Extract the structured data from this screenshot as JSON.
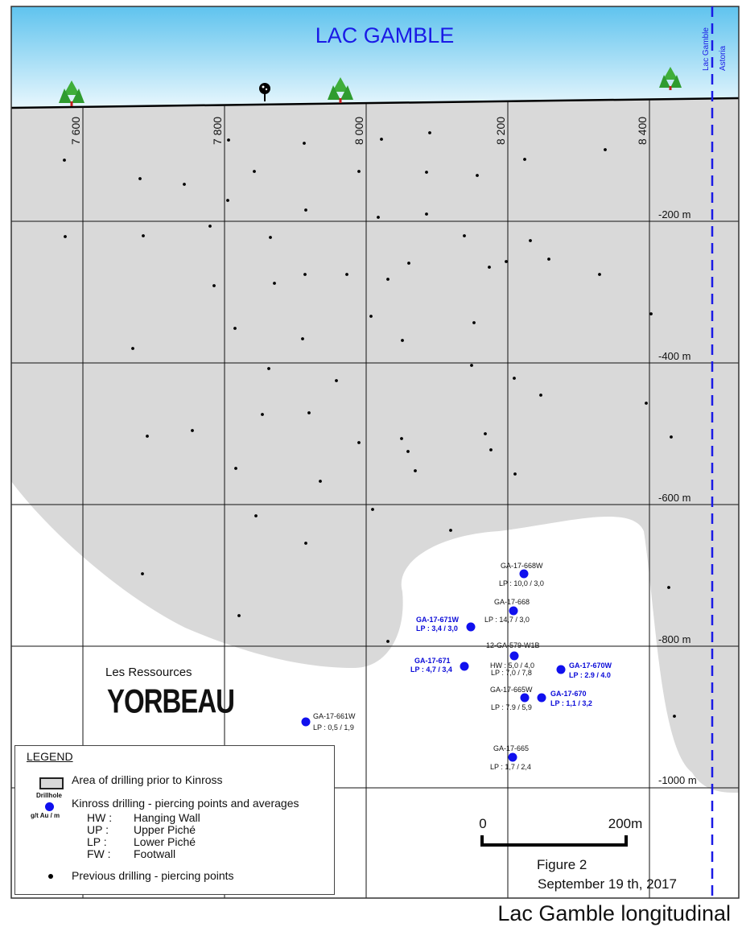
{
  "title": "LAC GAMBLE",
  "boundary_label_1": "Lac Gamble",
  "boundary_label_2": "Astoria",
  "easting_labels": [
    "7 600",
    "7 800",
    "8 000",
    "8 200",
    "8 400"
  ],
  "depth_labels": [
    "-200 m",
    "-400 m",
    "-600 m",
    "-800 m",
    "-1000 m"
  ],
  "kinross_holes": [
    {
      "name": "GA-17-668W",
      "value": "LP : 10,0 / 3,0"
    },
    {
      "name": "GA-17-668",
      "value": "LP : 14,7 / 3,0"
    },
    {
      "name": "GA-17-671W",
      "value": "LP : 3,4 / 3,0"
    },
    {
      "name": "12-GA-579-W1B",
      "value": ""
    },
    {
      "name": "HW : 5,0 / 4,0",
      "value": "LP : 7,0 / 7,8"
    },
    {
      "name": "GA-17-671",
      "value": "LP : 4,7 / 3,4"
    },
    {
      "name": "GA-17-670W",
      "value": "LP : 2.9 / 4.0"
    },
    {
      "name": "GA-17-665W",
      "value": "LP : 7.9 / 5,9"
    },
    {
      "name": "GA-17-670",
      "value": "LP : 1,1 / 3,2"
    },
    {
      "name": "GA-17-661W",
      "value": "LP : 0,5 / 1,9"
    },
    {
      "name": "GA-17-665",
      "value": "LP : 1,7 / 2,4"
    }
  ],
  "logo": {
    "line1": "Les Ressources",
    "line2": "YORBEAU"
  },
  "legend": {
    "title": "LEGEND",
    "area": "Area of drilling prior to Kinross",
    "drillhole_label": "Drillhole",
    "unit_label": "g/t Au / m",
    "kinross": "Kinross drilling - piercing points and averages",
    "abbreviations": [
      {
        "abbr": "HW :",
        "desc": "Hanging Wall"
      },
      {
        "abbr": "UP :",
        "desc": "Upper Piché"
      },
      {
        "abbr": "LP :",
        "desc": "Lower Piché"
      },
      {
        "abbr": "FW :",
        "desc": "Footwall"
      }
    ],
    "previous": "Previous drilling - piercing points"
  },
  "scale": {
    "start": "0",
    "end": "200m"
  },
  "figure": {
    "number": "Figure 2",
    "date": "September 19 th, 2017"
  },
  "caption": "Lac Gamble longitudinal",
  "colors": {
    "sky": "#7fd0ef",
    "drilled_area": "#d9d9d9",
    "kinross_point": "#1010ee",
    "kinross_label": "#0a0ad8",
    "boundary": "#1a1ae6"
  }
}
